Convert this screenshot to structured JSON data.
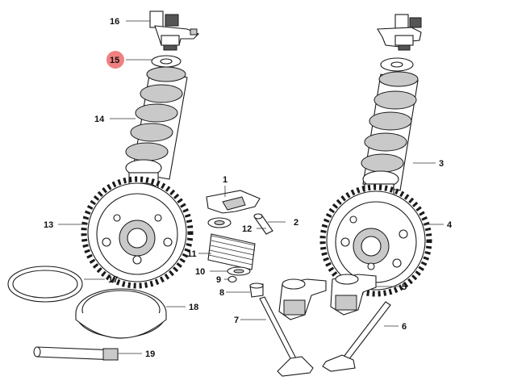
{
  "highlight_color": "#f08080",
  "line_color": "#1a1a1a",
  "callouts": [
    {
      "id": "p1",
      "text": "1"
    },
    {
      "id": "p2",
      "text": "2"
    },
    {
      "id": "p3",
      "text": "3"
    },
    {
      "id": "p4",
      "text": "4"
    },
    {
      "id": "p5",
      "text": "5"
    },
    {
      "id": "p6",
      "text": "6"
    },
    {
      "id": "p7",
      "text": "7"
    },
    {
      "id": "p8",
      "text": "8"
    },
    {
      "id": "p9",
      "text": "9"
    },
    {
      "id": "p10",
      "text": "10"
    },
    {
      "id": "p11",
      "text": "11"
    },
    {
      "id": "p12",
      "text": "12"
    },
    {
      "id": "p13",
      "text": "13"
    },
    {
      "id": "p14",
      "text": "14"
    },
    {
      "id": "p15",
      "text": "15",
      "highlighted": true
    },
    {
      "id": "p16",
      "text": "16"
    },
    {
      "id": "p17",
      "text": "17"
    },
    {
      "id": "p18",
      "text": "18"
    },
    {
      "id": "p19",
      "text": "19"
    }
  ]
}
